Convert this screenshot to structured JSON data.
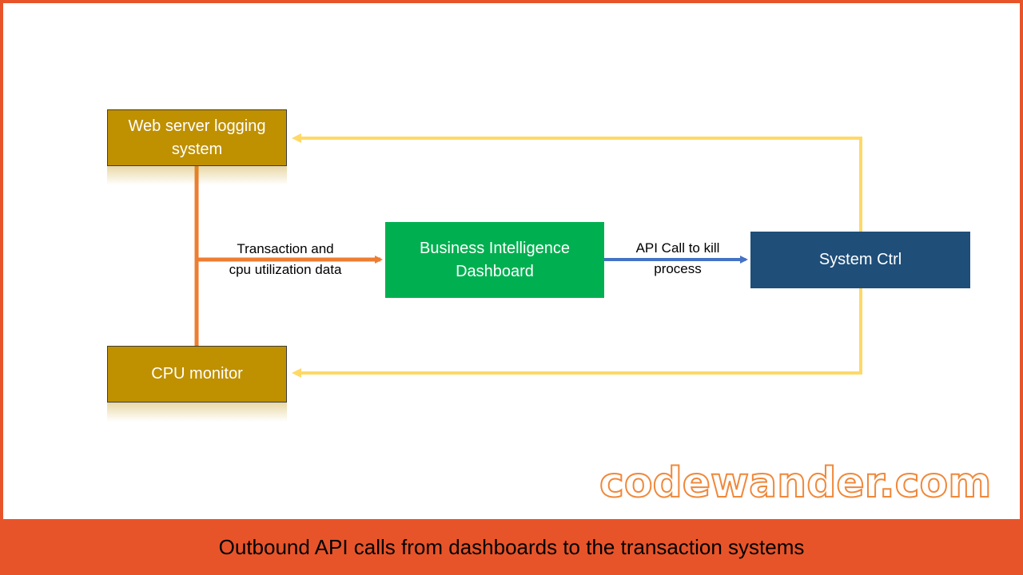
{
  "nodes": {
    "web_server": "Web server logging\nsystem",
    "cpu_monitor": "CPU monitor",
    "bi_dashboard": "Business Intelligence\nDashboard",
    "system_ctrl": "System Ctrl"
  },
  "edges": {
    "data_label": "Transaction and\ncpu utilization  data",
    "api_label": "API Call to kill\nprocess"
  },
  "watermark": "codewander.com",
  "caption": "Outbound API calls from dashboards to the transaction systems",
  "colors": {
    "frame": "#e8542a",
    "source_box": "#bf9000",
    "dashboard": "#00b050",
    "controller": "#1f4e79",
    "data_arrow": "#ed7d31",
    "api_arrow": "#4472c4",
    "control_arrow": "#ffd966"
  }
}
